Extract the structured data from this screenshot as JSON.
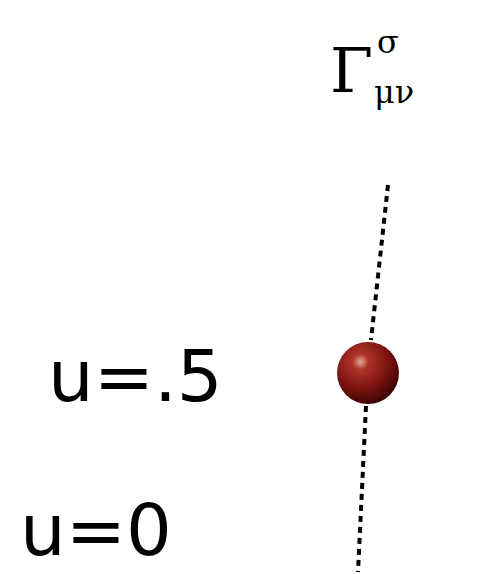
{
  "diagram": {
    "labels": [
      "Γ",
      "σ",
      "μν",
      "u=.5",
      "u=0"
    ]
  }
}
